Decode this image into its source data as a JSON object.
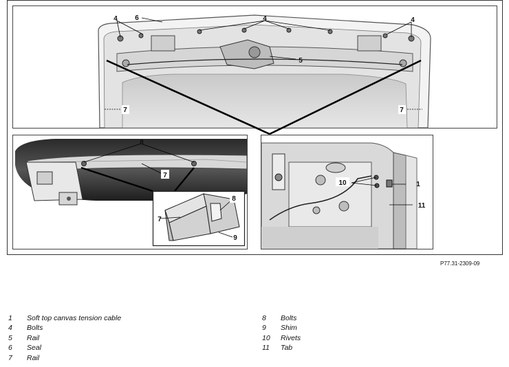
{
  "figure_id": "P77.31-2309-09",
  "callouts": {
    "top_4_left": "4",
    "top_6": "6",
    "top_4_center": "4",
    "top_4_right": "4",
    "top_5": "5",
    "top_7_left": "7",
    "top_7_right": "7",
    "left_8": "8",
    "left_7": "7",
    "inset_7": "7",
    "inset_8": "8",
    "inset_9": "9",
    "right_10": "10",
    "right_1": "1",
    "right_11": "11"
  },
  "legend": {
    "left": [
      {
        "num": "1",
        "text": "Soft top canvas tension cable"
      },
      {
        "num": "4",
        "text": "Bolts"
      },
      {
        "num": "5",
        "text": "Rail"
      },
      {
        "num": "6",
        "text": "Seal"
      },
      {
        "num": "7",
        "text": "Rail"
      }
    ],
    "right": [
      {
        "num": "8",
        "text": "Bolts"
      },
      {
        "num": "9",
        "text": "Shim"
      },
      {
        "num": "10",
        "text": "Rivets"
      },
      {
        "num": "11",
        "text": "Tab"
      }
    ]
  }
}
